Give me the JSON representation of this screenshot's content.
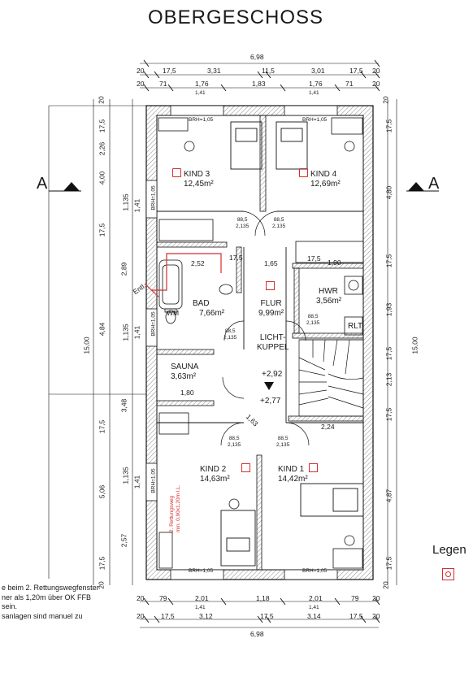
{
  "title": "OBERGESCHOSS",
  "rooms": {
    "kind3": {
      "name": "KIND 3",
      "area": "12,45m²"
    },
    "kind4": {
      "name": "KIND 4",
      "area": "12,69m²"
    },
    "bad": {
      "name": "BAD",
      "area": "7,66m²"
    },
    "flur": {
      "name": "FLUR",
      "area": "9,99m²"
    },
    "hwr": {
      "name": "HWR",
      "area": "3,56m²"
    },
    "sauna": {
      "name": "SAUNA",
      "area": "3,63m²"
    },
    "kind2": {
      "name": "KIND 2",
      "area": "14,63m²"
    },
    "kind1": {
      "name": "KIND 1",
      "area": "14,42m²"
    }
  },
  "labels": {
    "lichtkuppel_1": "LICHT-",
    "lichtkuppel_2": "KUPPEL",
    "rlt": "RLT",
    "entl": "Entl.",
    "wm": "WM",
    "level_1": "+2,92",
    "level_2": "+2,77",
    "section_a": "A",
    "brh": "BRH=1,05",
    "door_top": "88,5",
    "door_bottom": "2,135",
    "rescue_1": "2. Rettungsweg",
    "rescue_2": "min. 0,90x1,20m l.L."
  },
  "dims_top": {
    "overall": "6,98",
    "row1": [
      "20",
      "17,5",
      "3,31",
      "11,5",
      "3,01",
      "17,5",
      "20"
    ],
    "row2": [
      "20",
      "71",
      "1,76",
      "1,83",
      "1,76",
      "71",
      "20"
    ],
    "row2_sub": [
      "1,41",
      "1,41"
    ]
  },
  "dims_bottom": {
    "row1": [
      "20",
      "79",
      "2,01",
      "1,18",
      "2,01",
      "79",
      "20"
    ],
    "row1_sub": [
      "1,41",
      "1,41"
    ],
    "row2": [
      "20",
      "17,5",
      "3,12",
      "17,5",
      "3,14",
      "17,5",
      "20"
    ],
    "overall": "6,98"
  },
  "dims_left": {
    "overall": "15,00",
    "col1": [
      "20",
      "17,5",
      "2,26",
      "4,00",
      "1,135",
      "17,5",
      "2,89",
      "4,84",
      "1,135",
      "17,5",
      "3,48",
      "5,06",
      "1,135",
      "2,57",
      "17,5",
      "20"
    ],
    "sub": [
      "1,41",
      "1,41",
      "1,41"
    ]
  },
  "dims_right": {
    "overall": "15,00",
    "col1": [
      "20",
      "17,5",
      "4,80",
      "17,5",
      "1,93",
      "17,5",
      "2,13",
      "17,5",
      "4,87",
      "17,5",
      "20"
    ]
  },
  "dims_inner": {
    "d252": "2,52",
    "d175a": "17,5",
    "d165": "1,65",
    "d175b": "17,5",
    "d190": "1,90",
    "d180": "1,80",
    "d163": "1,63",
    "d224": "2,24"
  },
  "notes": [
    "e beim 2. Rettungswegfenster",
    "ner als 1,20m über OK FFB",
    "sein.",
    "sanlagen sind manuel zu"
  ],
  "legend": {
    "title": "Legen"
  },
  "colors": {
    "wall": "#1a1a1a",
    "hatch": "#9a9a9a",
    "accent": "#d32f2f"
  }
}
